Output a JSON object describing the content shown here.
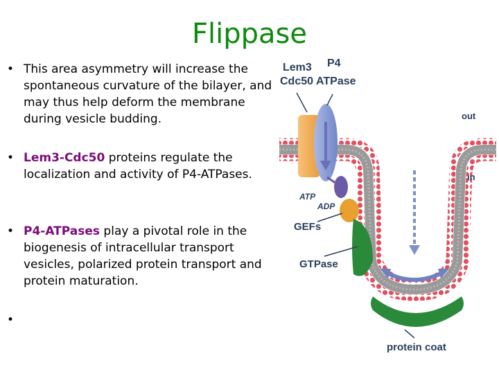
{
  "slide": {
    "title": "Flippase",
    "bullet_marker": "•",
    "bullets": [
      {
        "pre": "",
        "keyword": "",
        "post": "This area asymmetry will increase the spontaneous curvature of the bilayer, and may thus help deform the membrane during vesicle budding."
      },
      {
        "pre": "",
        "keyword": "Lem3-Cdc50",
        "post": " proteins regulate the localization and activity of P4-ATPases."
      },
      {
        "pre": "",
        "keyword": "P4-ATPases",
        "post": " play a pivotal role in the biogenesis of intracellular transport vesicles, polarized protein transport and protein maturation."
      },
      {
        "pre": "",
        "keyword": "",
        "post": ""
      }
    ]
  },
  "figure": {
    "labels": {
      "lem3": "Lem3",
      "cdc50": "Cdc50",
      "p4": "P4",
      "atpase": "ATPase",
      "out": "out",
      "in": "in",
      "atp": "ATP",
      "adp": "ADP",
      "gefs": "GEFs",
      "gtpase": "GTPase",
      "protein_coat": "protein coat"
    },
    "colors": {
      "title": "#0d8a0d",
      "keyword": "#7a0d7a",
      "lem3_cdc50": "#f2b060",
      "p4_atpase": "#8ba0d6",
      "gef": "#e8a030",
      "gtpase": "#2a8a3a",
      "protein_coat": "#2a8a3a",
      "lipid_head": "#e05060",
      "lipid_tail": "#9a9a9a",
      "arrow": "#7080c0",
      "text": "#2a3f5c"
    }
  }
}
